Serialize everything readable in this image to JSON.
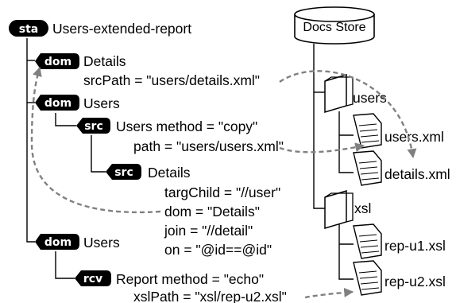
{
  "tree": {
    "root": {
      "tag": "sta",
      "label": "Users-extended-report"
    },
    "n1": {
      "tag": "dom",
      "label": "Details",
      "attrs": [
        "srcPath = \"users/details.xml\""
      ]
    },
    "n2": {
      "tag": "dom",
      "label": "Users"
    },
    "n3": {
      "tag": "src",
      "label": "Users  method = \"copy\"",
      "attrs": [
        "path = \"users/users.xml\""
      ]
    },
    "n4": {
      "tag": "src",
      "label": "Details",
      "attrs": [
        "targChild = \"//user\"",
        "dom = \"Details\"",
        "join = \"//detail\"",
        "on = \"@id==@id\""
      ]
    },
    "n5": {
      "tag": "dom",
      "label": "Users"
    },
    "n6": {
      "tag": "rcv",
      "label": "Report method = \"echo\"",
      "attrs": [
        "xslPath = \"xsl/rep-u2.xsl\""
      ]
    }
  },
  "store": {
    "title": "Docs Store",
    "folders": [
      {
        "name": "users",
        "files": [
          "users.xml",
          "details.xml"
        ]
      },
      {
        "name": "xsl",
        "files": [
          "rep-u1.xsl",
          "rep-u2.xsl"
        ]
      }
    ]
  },
  "colors": {
    "tag_fill": "#000000",
    "tag_text": "#ffffff",
    "dashed_arrow": "#808080",
    "line": "#000000"
  },
  "icons": {
    "folder": "folder-icon",
    "document": "document-icon",
    "store": "database-cylinder-icon"
  }
}
